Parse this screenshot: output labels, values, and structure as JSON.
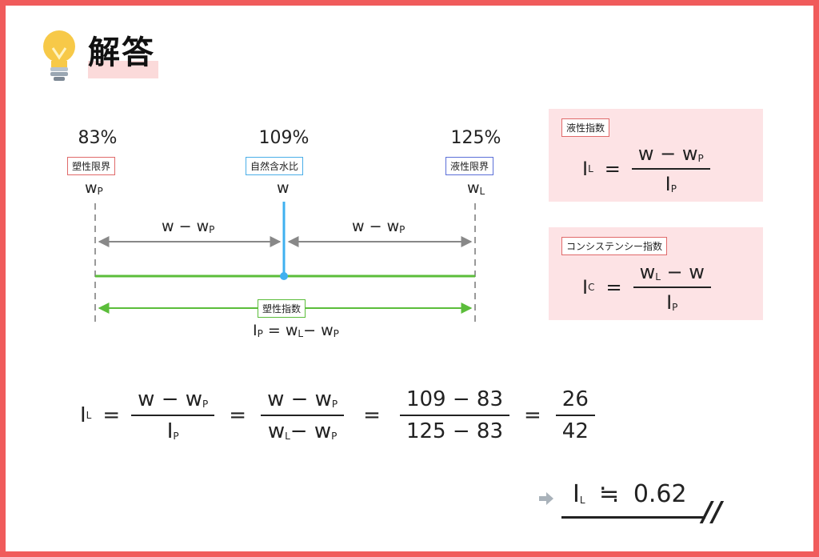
{
  "heading": "解答",
  "scale": {
    "plastic_pct": "83%",
    "natural_pct": "109%",
    "liquid_pct": "125%",
    "plastic_tag": "塑性限界",
    "natural_tag": "自然含水比",
    "liquid_tag": "液性限界",
    "w": "w",
    "wp_main": "w",
    "wp_sub": "P",
    "wl_main": "w",
    "wl_sub": "L",
    "minus": "−",
    "plasticity_tag": "塑性指数",
    "ip_main": "I",
    "ip_sub": "P",
    "equals": "="
  },
  "boxes": {
    "liquidity": {
      "tag": "液性指数",
      "lhs_main": "I",
      "lhs_sub": "L",
      "num_a": "w",
      "num_b_main": "w",
      "num_b_sub": "P",
      "den_main": "I",
      "den_sub": "P"
    },
    "consistency": {
      "tag": "コンシステンシー指数",
      "lhs_main": "I",
      "lhs_sub": "C",
      "num_a_main": "w",
      "num_a_sub": "L",
      "num_b": "w",
      "den_main": "I",
      "den_sub": "P"
    }
  },
  "calc": {
    "lhs_main": "I",
    "lhs_sub": "L",
    "f3_num": "109 − 83",
    "f3_den": "125 − 83",
    "f4_num": "26",
    "f4_den": "42"
  },
  "result": {
    "lhs_main": "I",
    "lhs_sub": "L",
    "approx": "≒",
    "value": "0.62",
    "mark": "//"
  },
  "colors": {
    "frame": "#f05b5b",
    "box_bg": "#fde3e5",
    "natural_line": "#3fb0f0",
    "green_line": "#5bbd3a",
    "gray_arrow": "#888888"
  }
}
